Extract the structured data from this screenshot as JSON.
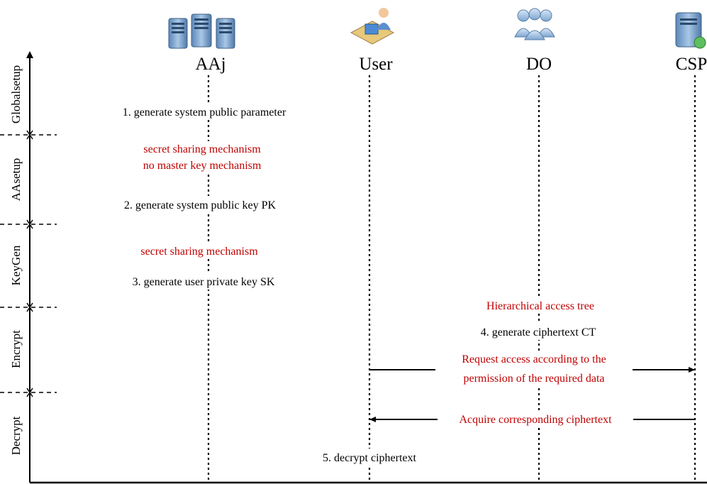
{
  "actors": [
    {
      "name": "AAj",
      "icon": "servers-icon"
    },
    {
      "name": "User",
      "icon": "user-at-desk-icon"
    },
    {
      "name": "DO",
      "icon": "people-group-icon"
    },
    {
      "name": "CSP",
      "icon": "server-globe-icon"
    }
  ],
  "phases": [
    "Globalsetup",
    "AAsetup",
    "KeyGen",
    "Encrypt",
    "Decrypt"
  ],
  "steps": {
    "s1": "1. generate system public parameter",
    "aa_note1": "secret sharing mechanism",
    "aa_note2": "no master key mechanism",
    "s2": "2. generate system public key PK",
    "kg_note": "secret sharing mechanism",
    "s3": "3. generate user private key SK",
    "enc_note": "Hierarchical access tree",
    "s4": "4. generate ciphertext CT",
    "req_line1": "Request access according to the",
    "req_line2": "permission of the required data",
    "acquire": "Acquire corresponding ciphertext",
    "s5": "5. decrypt ciphertext"
  },
  "colors": {
    "note": "#c00000",
    "line": "#000000"
  }
}
